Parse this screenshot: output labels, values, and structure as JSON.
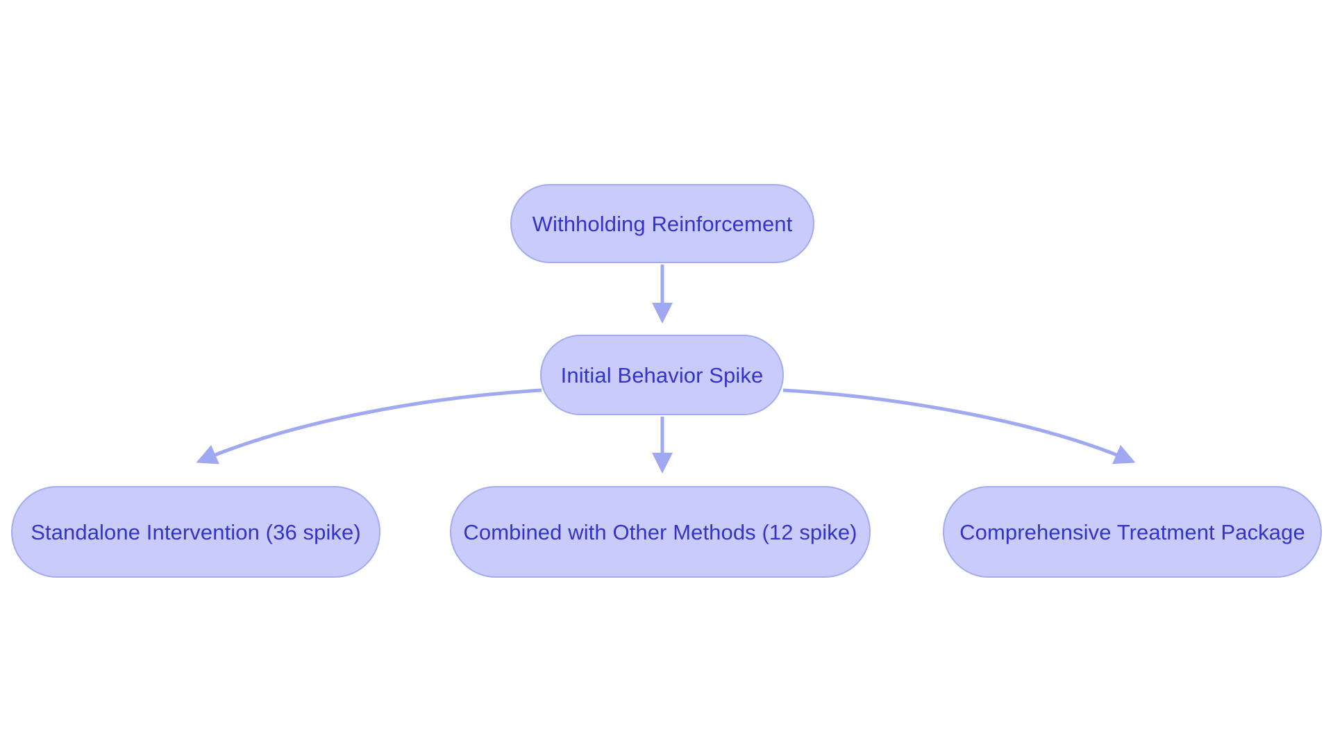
{
  "diagram": {
    "type": "flowchart",
    "direction": "top-down",
    "background_color": "#ffffff",
    "node_fill_color": "#c9ccfa",
    "node_border_color": "#a2abf2",
    "node_text_color": "#3333cc",
    "edge_color": "#9fa8f0",
    "nodes": [
      {
        "id": "root",
        "label": "Withholding Reinforcement"
      },
      {
        "id": "spike",
        "label": "Initial Behavior Spike"
      },
      {
        "id": "standalone",
        "label": "Standalone Intervention (36 spike)"
      },
      {
        "id": "combined",
        "label": "Combined with Other Methods (12 spike)"
      },
      {
        "id": "package",
        "label": "Comprehensive Treatment Package"
      }
    ],
    "edges": [
      {
        "from": "root",
        "to": "spike",
        "style": "straight-arrow"
      },
      {
        "from": "spike",
        "to": "standalone",
        "style": "curved-arrow"
      },
      {
        "from": "spike",
        "to": "combined",
        "style": "straight-arrow"
      },
      {
        "from": "spike",
        "to": "package",
        "style": "curved-arrow"
      }
    ]
  }
}
